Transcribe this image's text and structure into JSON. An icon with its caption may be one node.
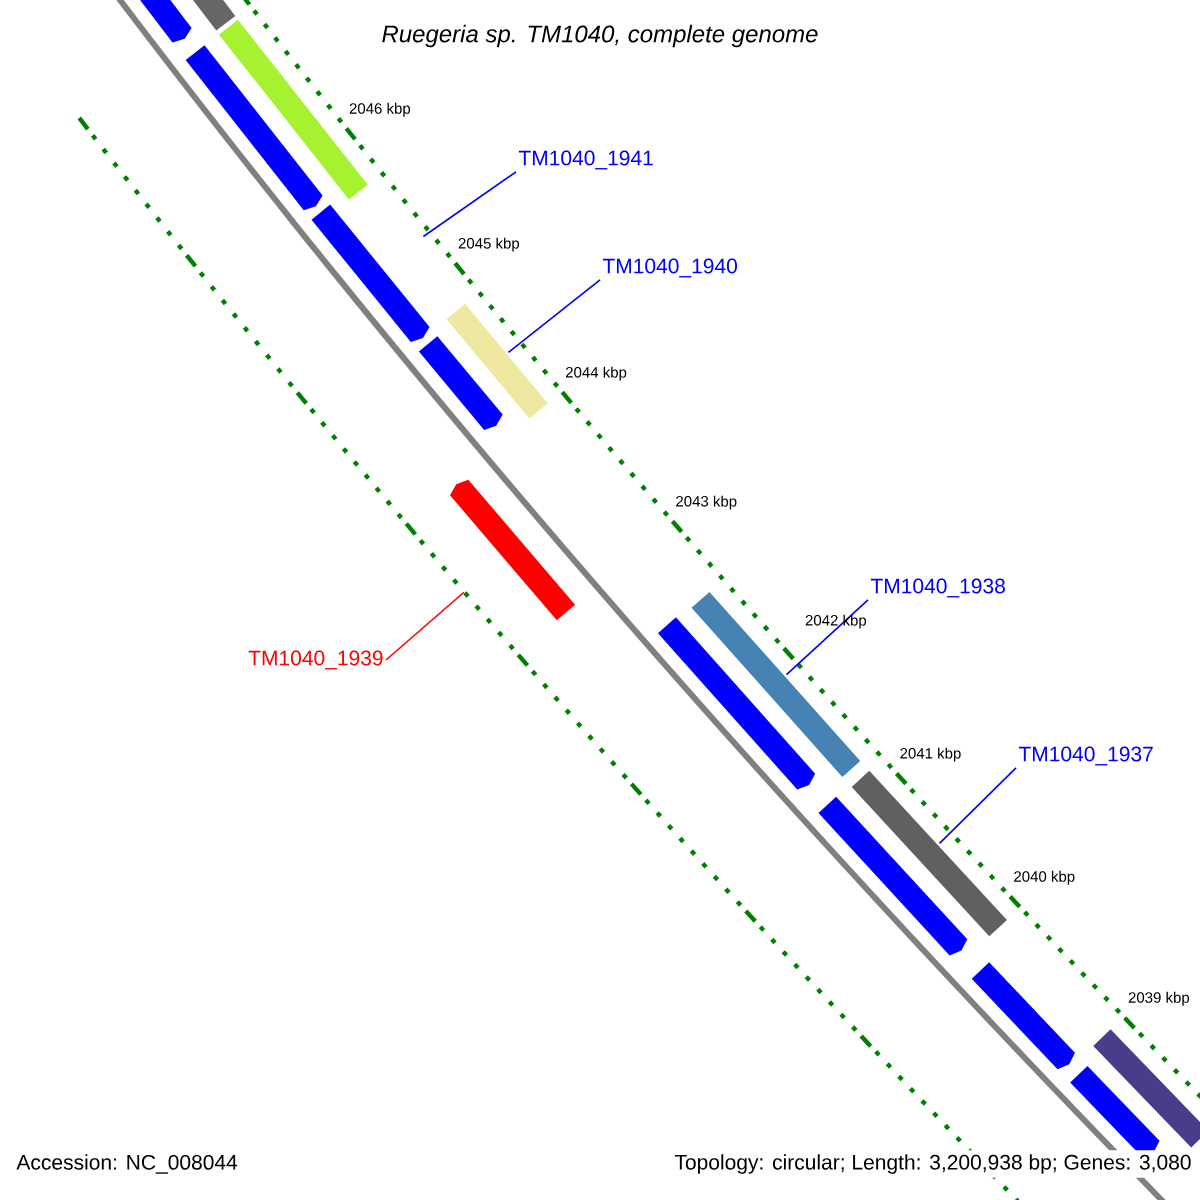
{
  "diagram": {
    "title": "Ruegeria sp. TM1040, complete genome",
    "nodes": [
      {
        "text": [
          "TM1040_1941"
        ]
      },
      {
        "text": [
          "TM1040_1940"
        ]
      },
      {
        "text": [
          "TM1040_1938"
        ]
      },
      {
        "text": [
          "TM1040_1939"
        ]
      },
      {
        "text": [
          "TM1040_1937"
        ]
      },
      {
        "text": [],
        "shape": "arrow"
      },
      {
        "text": [],
        "shape": "bar"
      },
      {
        "text": [],
        "shape": "arrow"
      },
      {
        "text": [],
        "shape": "bar"
      },
      {
        "text": [],
        "shape": "arrow"
      },
      {
        "text": [],
        "shape": "arrow"
      },
      {
        "text": [],
        "shape": "bar"
      },
      {
        "text": [],
        "shape": "arrow"
      },
      {
        "text": [],
        "shape": "arrow"
      },
      {
        "text": [],
        "shape": "bar"
      },
      {
        "text": [],
        "shape": "arrow"
      },
      {
        "text": [],
        "shape": "bar"
      },
      {
        "text": [],
        "shape": "arrow"
      },
      {
        "text": [],
        "shape": "bar"
      },
      {
        "text": [],
        "shape": "arrow"
      }
    ],
    "edges": [
      {
        "from": 0,
        "to": 9,
        "arrow": "none"
      },
      {
        "from": 1,
        "to": 11,
        "arrow": "none"
      },
      {
        "from": 2,
        "to": 14,
        "arrow": "none"
      },
      {
        "from": 3,
        "to": 12,
        "arrow": "none",
        "color": "#ff0000"
      },
      {
        "from": 4,
        "to": 16,
        "arrow": "none"
      }
    ],
    "labels": [
      "2046 kbp",
      "2045 kbp",
      "2044 kbp",
      "2043 kbp",
      "2042 kbp",
      "2041 kbp",
      "2040 kbp",
      "2039 kbp",
      "Accession: NC_008044",
      "Topology: circular; Length: 3,200,938 bp; Genes: 3,080"
    ]
  }
}
